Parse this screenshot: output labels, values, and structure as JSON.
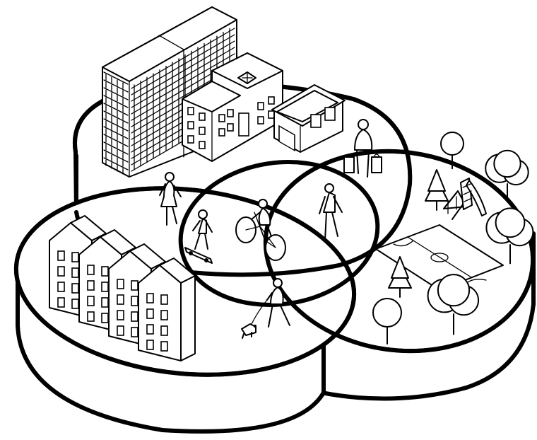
{
  "scene": {
    "kind": "isometric-venn-city-illustration",
    "style": "black line art on white",
    "colors": {
      "line": "#000000",
      "background": "#ffffff"
    },
    "regions": [
      "downtown",
      "residential",
      "park"
    ],
    "elements": [
      "office-tower",
      "clinic-building",
      "shop-kiosk",
      "row-houses",
      "walking-woman",
      "skateboarder",
      "cyclist",
      "walking-man",
      "shopper",
      "dog-walker",
      "dog",
      "playground-swing",
      "slide",
      "sports-court",
      "trees"
    ]
  }
}
